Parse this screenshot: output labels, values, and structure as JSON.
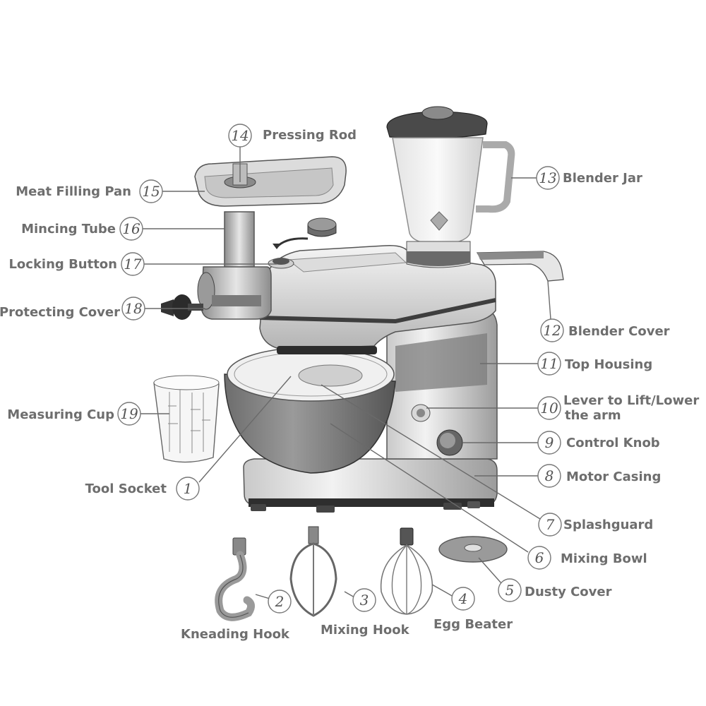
{
  "diagram": {
    "parts": [
      {
        "number": "1",
        "label": "Tool Socket"
      },
      {
        "number": "2",
        "label": "Kneading Hook"
      },
      {
        "number": "3",
        "label": "Mixing Hook"
      },
      {
        "number": "4",
        "label": "Egg Beater"
      },
      {
        "number": "5",
        "label": "Dusty Cover"
      },
      {
        "number": "6",
        "label": "Mixing Bowl"
      },
      {
        "number": "7",
        "label": "Splashguard"
      },
      {
        "number": "8",
        "label": "Motor Casing"
      },
      {
        "number": "9",
        "label": "Control Knob"
      },
      {
        "number": "10",
        "label": "Lever to Lift/Lower",
        "label_line2": "the arm"
      },
      {
        "number": "11",
        "label": "Top Housing"
      },
      {
        "number": "12",
        "label": "Blender Cover"
      },
      {
        "number": "13",
        "label": "Blender Jar"
      },
      {
        "number": "14",
        "label": "Pressing Rod"
      },
      {
        "number": "15",
        "label": "Meat Filling Pan"
      },
      {
        "number": "16",
        "label": "Mincing Tube"
      },
      {
        "number": "17",
        "label": "Locking Button"
      },
      {
        "number": "18",
        "label": "Protecting Cover"
      },
      {
        "number": "19",
        "label": "Measuring Cup"
      }
    ]
  }
}
